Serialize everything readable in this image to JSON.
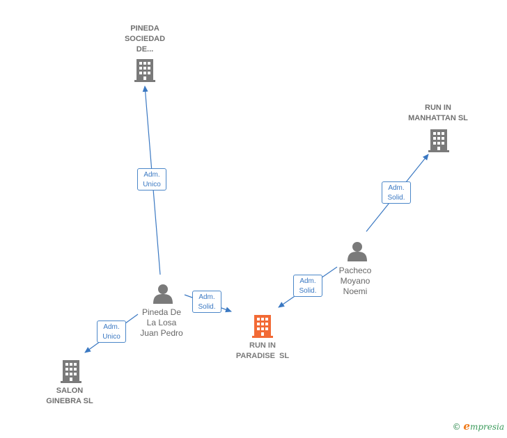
{
  "nodes": {
    "pineda_sociedad": {
      "label": [
        "PINEDA",
        "SOCIEDAD",
        "DE..."
      ],
      "icon": "building-icon"
    },
    "run_in_manhattan": {
      "label": [
        "RUN IN",
        "MANHATTAN SL"
      ],
      "icon": "building-icon"
    },
    "run_in_paradise": {
      "label": [
        "RUN IN",
        "PARADISE  SL"
      ],
      "icon": "building-icon"
    },
    "salon_ginebra": {
      "label": [
        "SALON",
        "GINEBRA SL"
      ],
      "icon": "building-icon"
    },
    "pineda_person": {
      "label": [
        "Pineda De",
        "La Losa",
        "Juan Pedro"
      ],
      "icon": "person-icon"
    },
    "pacheco_person": {
      "label": [
        "Pacheco",
        "Moyano",
        "Noemi"
      ],
      "icon": "person-icon"
    }
  },
  "edges": [
    {
      "id": "pineda-to-sociedad",
      "label": [
        "Adm.",
        "Unico"
      ]
    },
    {
      "id": "pineda-to-salon",
      "label": [
        "Adm.",
        "Unico"
      ]
    },
    {
      "id": "pineda-to-paradise",
      "label": [
        "Adm.",
        "Solid."
      ]
    },
    {
      "id": "pacheco-to-paradise",
      "label": [
        "Adm.",
        "Solid."
      ]
    },
    {
      "id": "pacheco-to-manhattan",
      "label": [
        "Adm.",
        "Solid."
      ]
    }
  ],
  "colors": {
    "company": "#7a7a7a",
    "focus_company": "#f26a35",
    "person": "#7a7a7a",
    "edge": "#3a78c2"
  },
  "footer": {
    "copyright": "©",
    "brand_initial": "e",
    "brand_rest": "mpresia"
  }
}
